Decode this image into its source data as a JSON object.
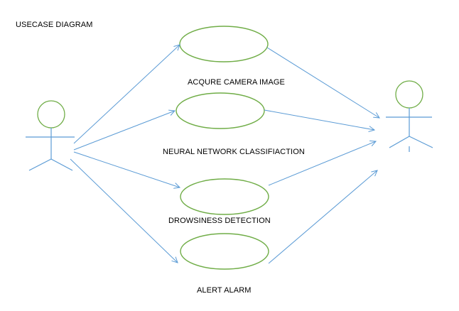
{
  "diagram": {
    "title": "USECASE DIAGRAM",
    "use_cases": [
      {
        "label": "ACQURE CAMERA IMAGE"
      },
      {
        "label": "NEURAL NETWORK CLASSIFIACTION"
      },
      {
        "label": "DROWSINESS DETECTION"
      },
      {
        "label": "ALERT ALARM"
      }
    ],
    "colors": {
      "use_case_outline": "#70ad47",
      "actor_head": "#70ad47",
      "actor_body": "#5b9bd5",
      "connector": "#5b9bd5",
      "text": "#000000"
    }
  }
}
